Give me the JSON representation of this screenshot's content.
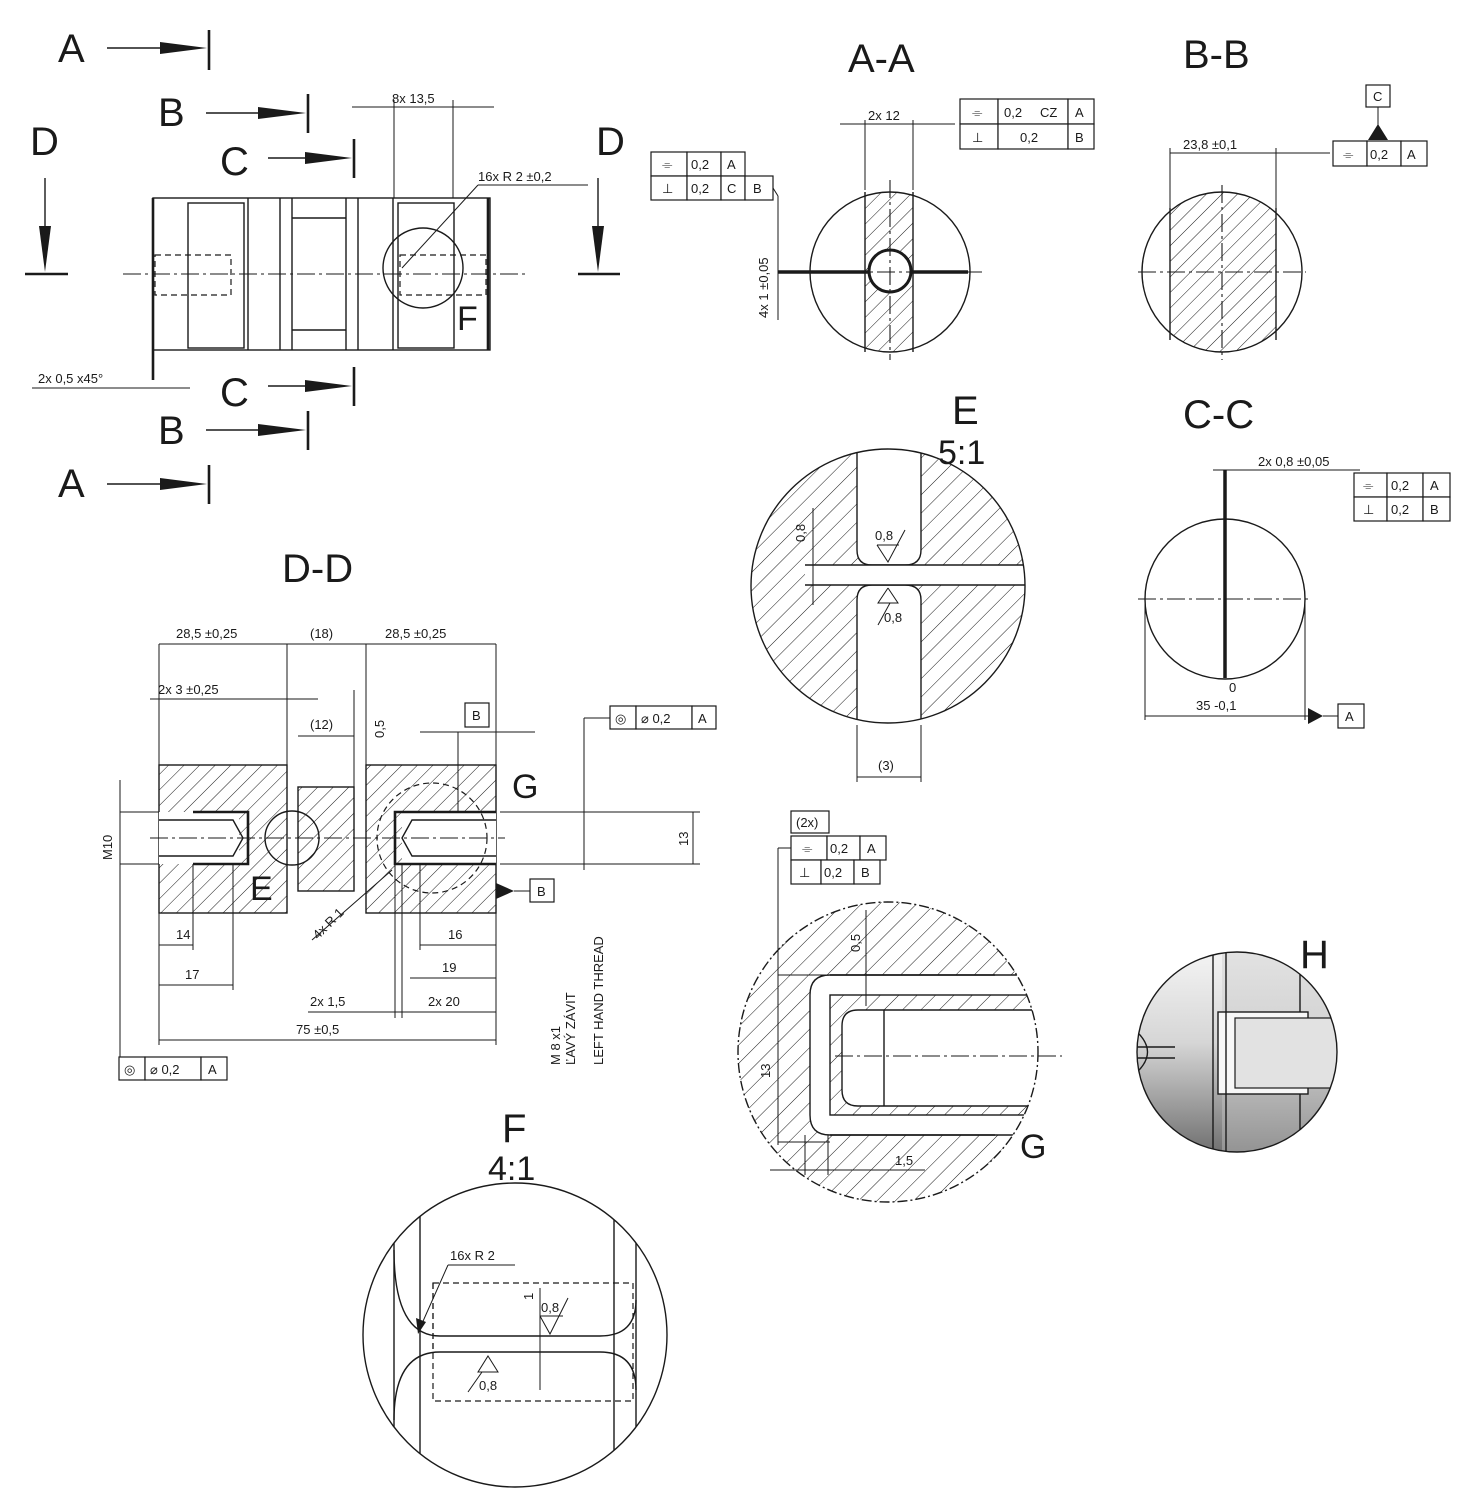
{
  "section_marks": {
    "a": "A",
    "b": "B",
    "c": "C",
    "d": "D"
  },
  "view_titles": {
    "aa": "A-A",
    "bb": "B-B",
    "cc": "C-C",
    "dd": "D-D",
    "e": "E",
    "e_scale": "5:1",
    "f": "F",
    "f_scale": "4:1",
    "g": "G",
    "h": "H"
  },
  "detail_marks": {
    "e": "E",
    "f": "F",
    "g": "G"
  },
  "main_view": {
    "dim_slots": "8x 13,5",
    "dim_radius": "16x R 2 ±0,2",
    "dim_chamfer": "2x 0,5 x45°"
  },
  "view_aa": {
    "dim_width": "2x 12",
    "dim_height": "4x 1 ±0,05",
    "frame_left": [
      [
        "⌯",
        "0,2",
        "A"
      ],
      [
        "⊥",
        "0,2",
        "C",
        "B"
      ]
    ],
    "frame_right": [
      [
        "⌯",
        "0,2",
        "CZ",
        "A"
      ],
      [
        "⊥",
        "0,2",
        "B"
      ]
    ]
  },
  "view_bb": {
    "dim_width": "23,8 ±0,1",
    "datum": "C",
    "frame": [
      "⌯",
      "0,2",
      "A"
    ]
  },
  "view_cc": {
    "dim_slot": "2x 0,8 ±0,05",
    "dim_dia_upper": "0",
    "dim_dia": "35 -0,1",
    "datum": "A",
    "frame": [
      [
        "⌯",
        "0,2",
        "A"
      ],
      [
        "⊥",
        "0,2",
        "B"
      ]
    ]
  },
  "view_dd": {
    "dim_left": "28,5 ±0,25",
    "dim_mid": "(18)",
    "dim_right": "28,5 ±0,25",
    "dim_2x3": "2x 3 ±0,25",
    "dim_12": "(12)",
    "dim_05": "0,5",
    "datum_b_top": "B",
    "frame_top": [
      "◎",
      "⌀ 0,2",
      "A"
    ],
    "dim_m10": "M10",
    "dim_13": "13",
    "dim_radius4": "4x R 1",
    "datum_b": "B",
    "dim_14": "14",
    "dim_17": "17",
    "dim_16": "16",
    "dim_19": "19",
    "dim_2x15": "2x 1,5",
    "dim_2x20": "2x 20",
    "dim_75": "75 ±0,5",
    "frame_bottom": [
      "◎",
      "⌀ 0,2",
      "A"
    ],
    "thread_note": [
      "M 8 x1",
      "ĽAVÝ ZÁVIT",
      "LEFT HAND THREAD"
    ]
  },
  "view_e": {
    "dim_08": "0,8",
    "rough_1": "0,8",
    "rough_2": "0,8",
    "dim_3": "(3)"
  },
  "view_g": {
    "count": "(2x)",
    "frame": [
      [
        "⌯",
        "0,2",
        "A"
      ],
      [
        "⊥",
        "0,2",
        "B"
      ]
    ],
    "dim_05": "0,5",
    "dim_13": "13",
    "dim_15": "1,5"
  },
  "view_f": {
    "dim_radius": "16x R 2",
    "dim_1": "1",
    "rough_1": "0,8",
    "rough_2": "0,8"
  },
  "icons": [
    "symmetry-icon",
    "perpendicularity-icon",
    "concentricity-icon",
    "roughness-icon",
    "datum-triangle-icon"
  ]
}
